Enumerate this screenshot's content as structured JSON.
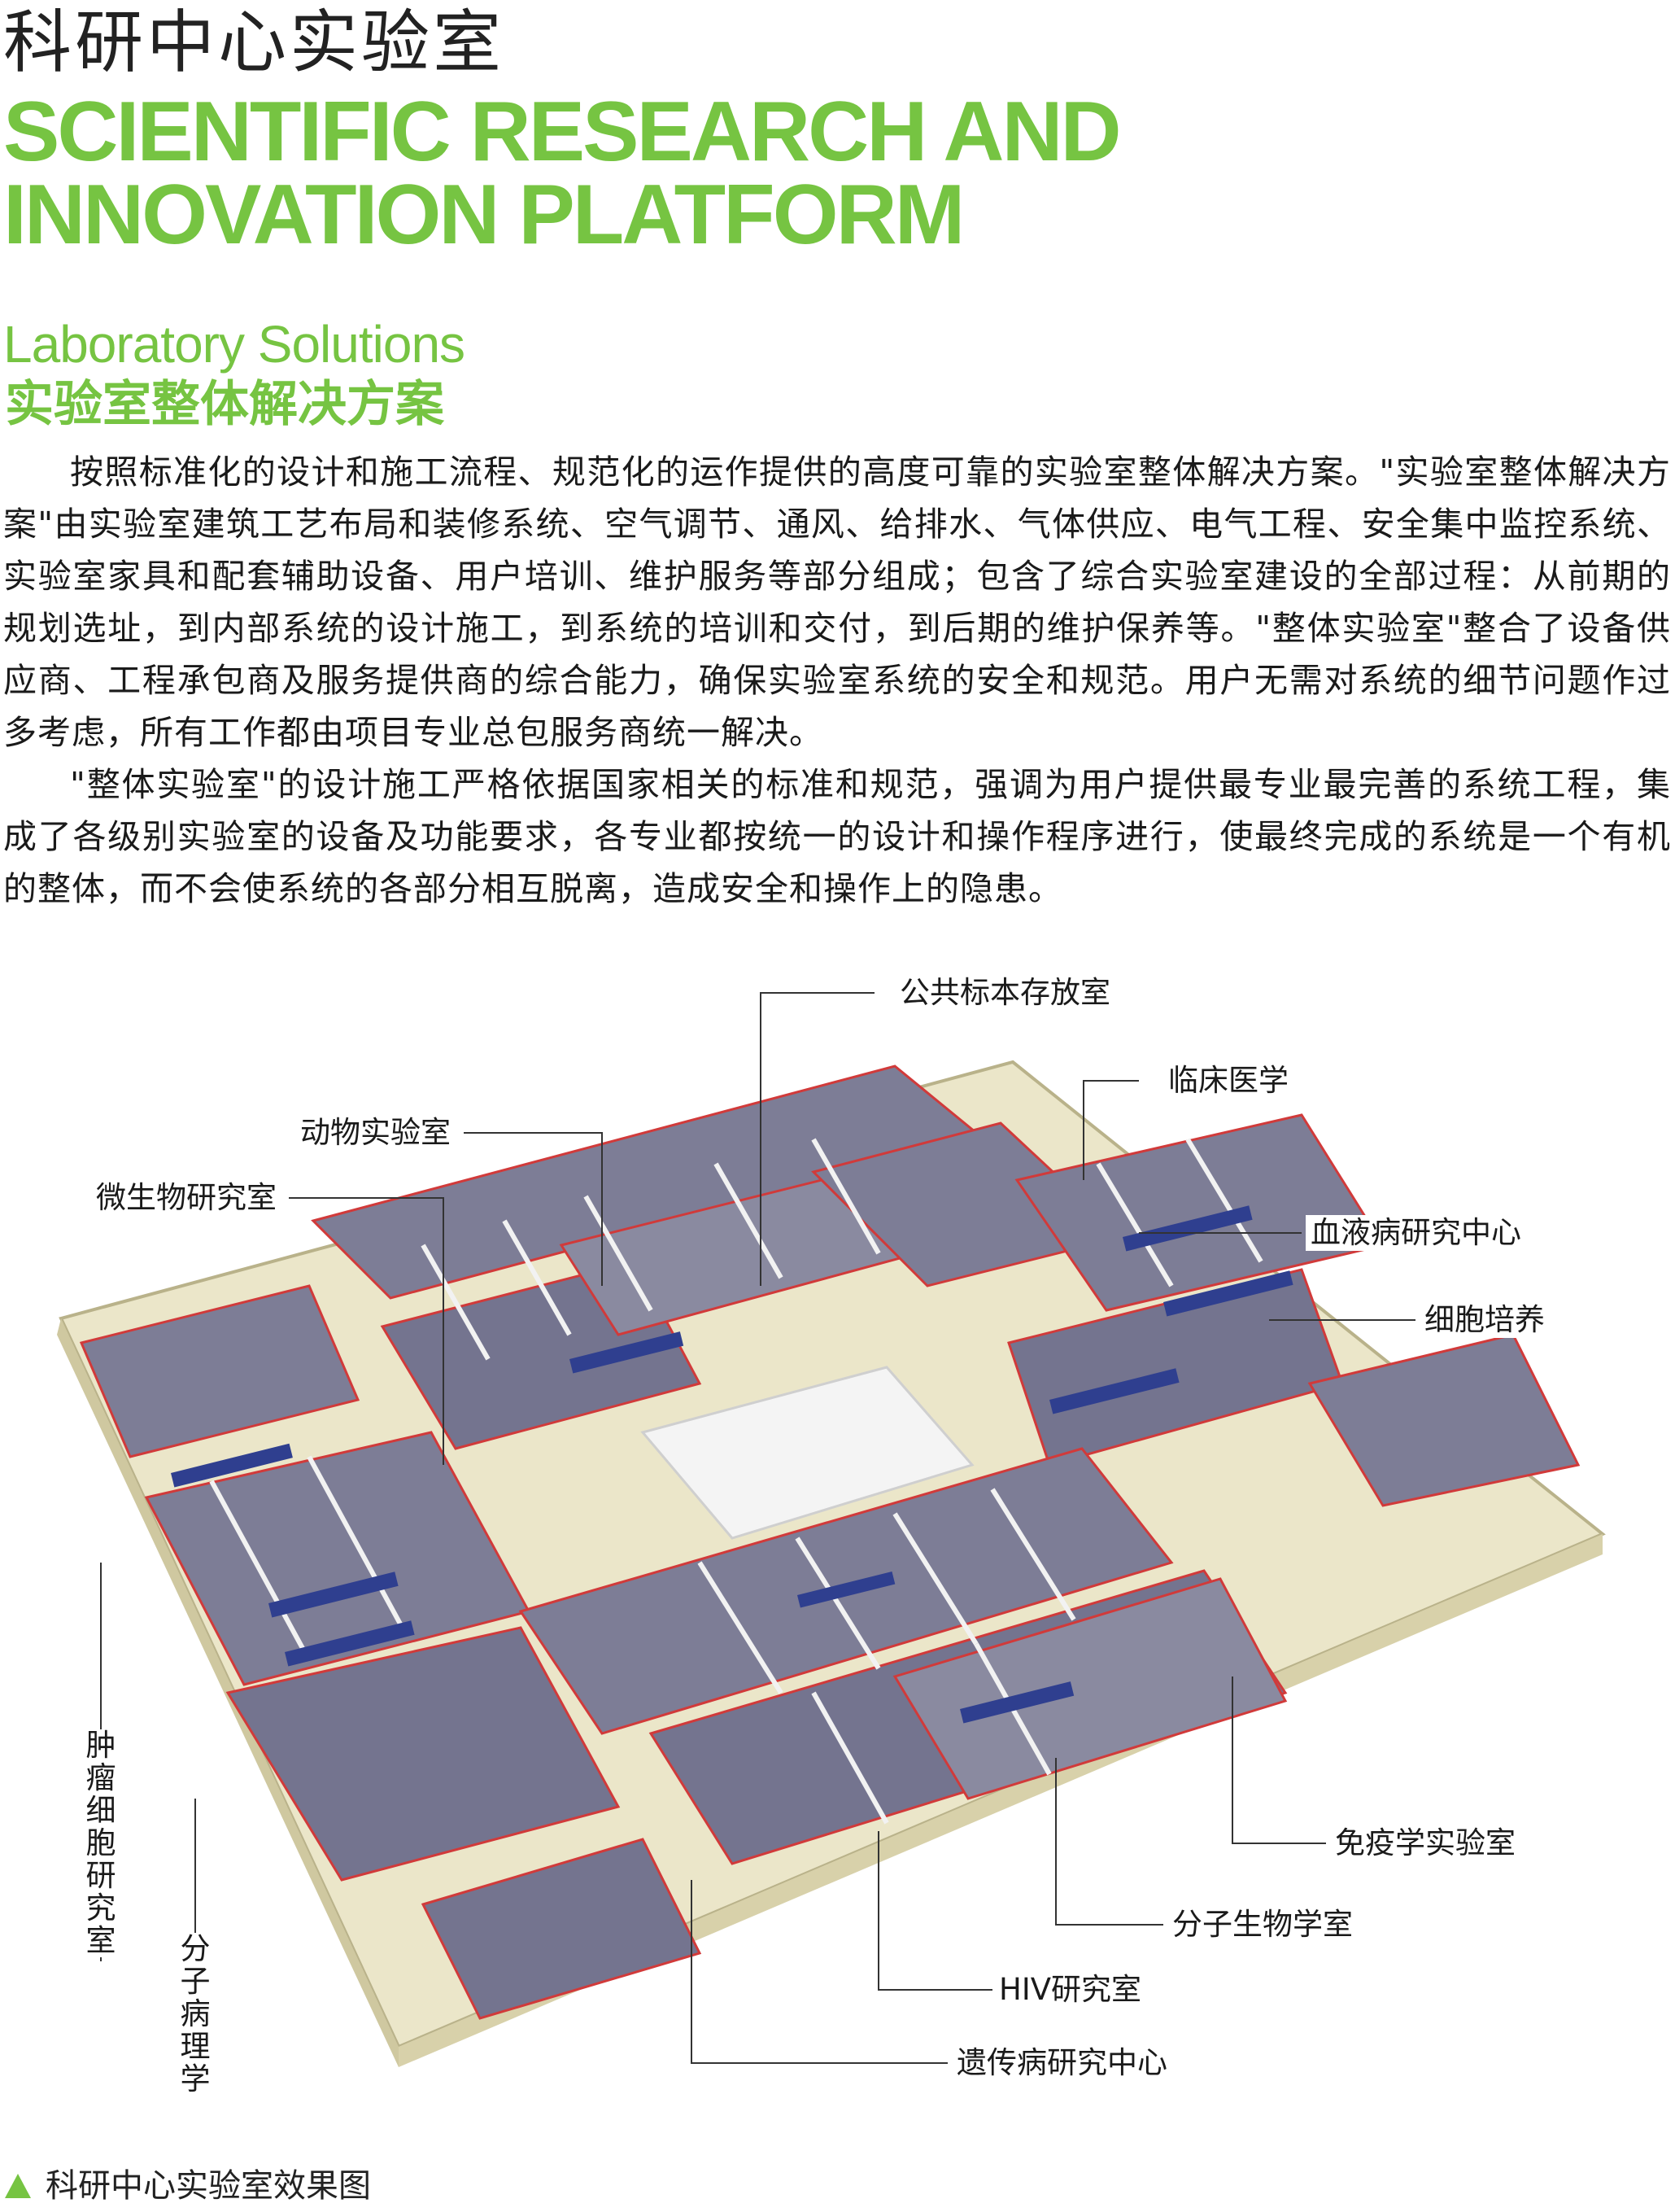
{
  "header": {
    "title_cn": "科研中心实验室",
    "title_en_line1": "SCIENTIFIC RESEARCH AND",
    "title_en_line2": "INNOVATION PLATFORM",
    "subtitle_en": "Laboratory Solutions",
    "subtitle_cn": "实验室整体解决方案"
  },
  "body": {
    "paragraph1": "按照标准化的设计和施工流程、规范化的运作提供的高度可靠的实验室整体解决方案。\"实验室整体解决方案\"由实验室建筑工艺布局和装修系统、空气调节、通风、给排水、气体供应、电气工程、安全集中监控系统、实验室家具和配套辅助设备、用户培训、维护服务等部分组成；包含了综合实验室建设的全部过程：从前期的规划选址，到内部系统的设计施工，到系统的培训和交付，到后期的维护保养等。\"整体实验室\"整合了设备供应商、工程承包商及服务提供商的综合能力，确保实验室系统的安全和规范。用户无需对系统的细节问题作过多考虑，所有工作都由项目专业总包服务商统一解决。",
    "paragraph2": "\"整体实验室\"的设计施工严格依据国家相关的标准和规范，强调为用户提供最专业最完善的系统工程，集成了各级别实验室的设备及功能要求，各专业都按统一的设计和操作程序进行，使最终完成的系统是一个有机的整体，而不会使系统的各部分相互脱离，造成安全和操作上的隐患。"
  },
  "figure": {
    "labels": {
      "public_specimen": "公共标本存放室",
      "clinical_medicine": "临床医学",
      "animal_lab": "动物实验室",
      "microbiology": "微生物研究室",
      "hematology": "血液病研究中心",
      "cell_culture": "细胞培养",
      "oncology_cells": "肿瘤细胞研究室",
      "molecular_pathology": "分子病理学",
      "immunology": "免疫学实验室",
      "molecular_biology": "分子生物学室",
      "hiv": "HIV研究室",
      "genetic_disease": "遗传病研究中心"
    },
    "colors": {
      "corridor": "#e9e4c7",
      "floor": "#7a7a94",
      "wall": "#f2f2f2",
      "wall_edge": "#d13a3a",
      "bench": "#2f3f8f"
    }
  },
  "caption": "科研中心实验室效果图",
  "accent_color": "#76c442"
}
